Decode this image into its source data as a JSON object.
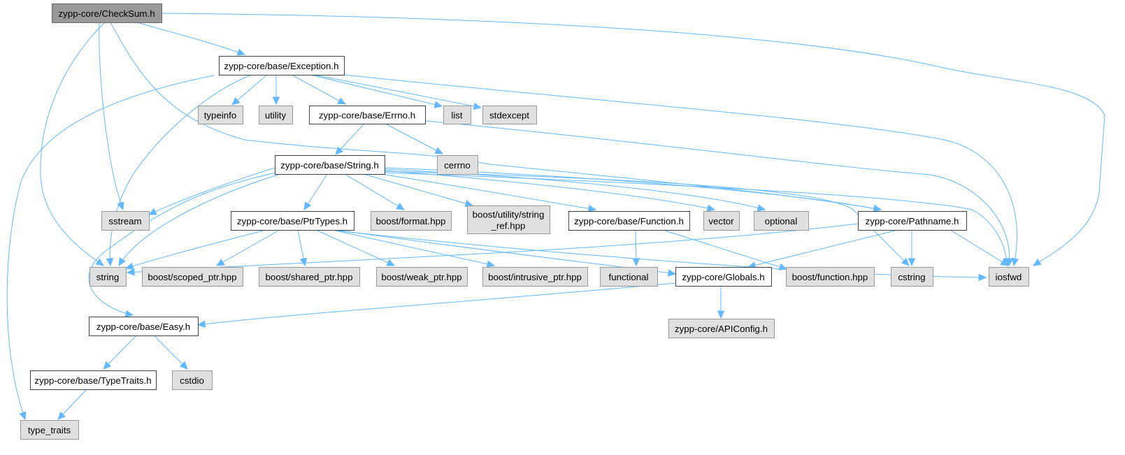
{
  "diagram": {
    "type": "include-dependency-graph",
    "colors": {
      "edge": "#63b8ff",
      "root_fill": "#999999",
      "header_fill": "#ffffff",
      "system_fill": "#e0e0e0"
    },
    "nodes": [
      {
        "id": "checksum",
        "label": "zypp-core/CheckSum.h",
        "kind": "root"
      },
      {
        "id": "exception",
        "label": "zypp-core/base/Exception.h",
        "kind": "header"
      },
      {
        "id": "typeinfo",
        "label": "typeinfo",
        "kind": "system"
      },
      {
        "id": "utility",
        "label": "utility",
        "kind": "system"
      },
      {
        "id": "errno",
        "label": "zypp-core/base/Errno.h",
        "kind": "header"
      },
      {
        "id": "list",
        "label": "list",
        "kind": "system"
      },
      {
        "id": "stdexcept",
        "label": "stdexcept",
        "kind": "system"
      },
      {
        "id": "string_h",
        "label": "zypp-core/base/String.h",
        "kind": "header"
      },
      {
        "id": "cerrno",
        "label": "cerrno",
        "kind": "system"
      },
      {
        "id": "sstream",
        "label": "sstream",
        "kind": "system"
      },
      {
        "id": "ptrtypes",
        "label": "zypp-core/base/PtrTypes.h",
        "kind": "header"
      },
      {
        "id": "boost_format",
        "label": "boost/format.hpp",
        "kind": "system"
      },
      {
        "id": "string_ref",
        "label": "boost/utility/string\n_ref.hpp",
        "kind": "system"
      },
      {
        "id": "function_h",
        "label": "zypp-core/base/Function.h",
        "kind": "header"
      },
      {
        "id": "vector",
        "label": "vector",
        "kind": "system"
      },
      {
        "id": "optional",
        "label": "optional",
        "kind": "system"
      },
      {
        "id": "pathname",
        "label": "zypp-core/Pathname.h",
        "kind": "header"
      },
      {
        "id": "string",
        "label": "string",
        "kind": "system"
      },
      {
        "id": "scoped_ptr",
        "label": "boost/scoped_ptr.hpp",
        "kind": "system"
      },
      {
        "id": "shared_ptr",
        "label": "boost/shared_ptr.hpp",
        "kind": "system"
      },
      {
        "id": "weak_ptr",
        "label": "boost/weak_ptr.hpp",
        "kind": "system"
      },
      {
        "id": "intrusive_ptr",
        "label": "boost/intrusive_ptr.hpp",
        "kind": "system"
      },
      {
        "id": "functional",
        "label": "functional",
        "kind": "system"
      },
      {
        "id": "globals",
        "label": "zypp-core/Globals.h",
        "kind": "header"
      },
      {
        "id": "boost_function",
        "label": "boost/function.hpp",
        "kind": "system"
      },
      {
        "id": "cstring",
        "label": "cstring",
        "kind": "system"
      },
      {
        "id": "iosfwd",
        "label": "iosfwd",
        "kind": "system"
      },
      {
        "id": "easy",
        "label": "zypp-core/base/Easy.h",
        "kind": "header"
      },
      {
        "id": "apiconfig",
        "label": "zypp-core/APIConfig.h",
        "kind": "system"
      },
      {
        "id": "typetraits_h",
        "label": "zypp-core/base/TypeTraits.h",
        "kind": "header"
      },
      {
        "id": "cstdio",
        "label": "cstdio",
        "kind": "system"
      },
      {
        "id": "type_traits",
        "label": "type_traits",
        "kind": "system"
      }
    ],
    "edges": [
      {
        "from": "checksum",
        "to": "exception"
      },
      {
        "from": "checksum",
        "to": "sstream"
      },
      {
        "from": "checksum",
        "to": "string"
      },
      {
        "from": "checksum",
        "to": "iosfwd"
      },
      {
        "from": "checksum",
        "to": "pathname"
      },
      {
        "from": "exception",
        "to": "typeinfo"
      },
      {
        "from": "exception",
        "to": "utility"
      },
      {
        "from": "exception",
        "to": "errno"
      },
      {
        "from": "exception",
        "to": "list"
      },
      {
        "from": "exception",
        "to": "stdexcept"
      },
      {
        "from": "exception",
        "to": "string"
      },
      {
        "from": "exception",
        "to": "iosfwd"
      },
      {
        "from": "exception",
        "to": "type_traits"
      },
      {
        "from": "errno",
        "to": "string_h"
      },
      {
        "from": "errno",
        "to": "cerrno"
      },
      {
        "from": "errno",
        "to": "iosfwd"
      },
      {
        "from": "string_h",
        "to": "sstream"
      },
      {
        "from": "string_h",
        "to": "string"
      },
      {
        "from": "string_h",
        "to": "easy"
      },
      {
        "from": "string_h",
        "to": "ptrtypes"
      },
      {
        "from": "string_h",
        "to": "boost_format"
      },
      {
        "from": "string_h",
        "to": "string_ref"
      },
      {
        "from": "string_h",
        "to": "function_h"
      },
      {
        "from": "string_h",
        "to": "vector"
      },
      {
        "from": "string_h",
        "to": "optional"
      },
      {
        "from": "string_h",
        "to": "pathname"
      },
      {
        "from": "string_h",
        "to": "cstring"
      },
      {
        "from": "string_h",
        "to": "iosfwd"
      },
      {
        "from": "ptrtypes",
        "to": "string"
      },
      {
        "from": "ptrtypes",
        "to": "scoped_ptr"
      },
      {
        "from": "ptrtypes",
        "to": "shared_ptr"
      },
      {
        "from": "ptrtypes",
        "to": "weak_ptr"
      },
      {
        "from": "ptrtypes",
        "to": "intrusive_ptr"
      },
      {
        "from": "ptrtypes",
        "to": "globals"
      },
      {
        "from": "ptrtypes",
        "to": "iosfwd"
      },
      {
        "from": "function_h",
        "to": "functional"
      },
      {
        "from": "function_h",
        "to": "boost_function"
      },
      {
        "from": "pathname",
        "to": "string"
      },
      {
        "from": "pathname",
        "to": "globals"
      },
      {
        "from": "pathname",
        "to": "cstring"
      },
      {
        "from": "pathname",
        "to": "iosfwd"
      },
      {
        "from": "globals",
        "to": "easy"
      },
      {
        "from": "globals",
        "to": "apiconfig"
      },
      {
        "from": "easy",
        "to": "typetraits_h"
      },
      {
        "from": "easy",
        "to": "cstdio"
      },
      {
        "from": "typetraits_h",
        "to": "type_traits"
      }
    ]
  }
}
